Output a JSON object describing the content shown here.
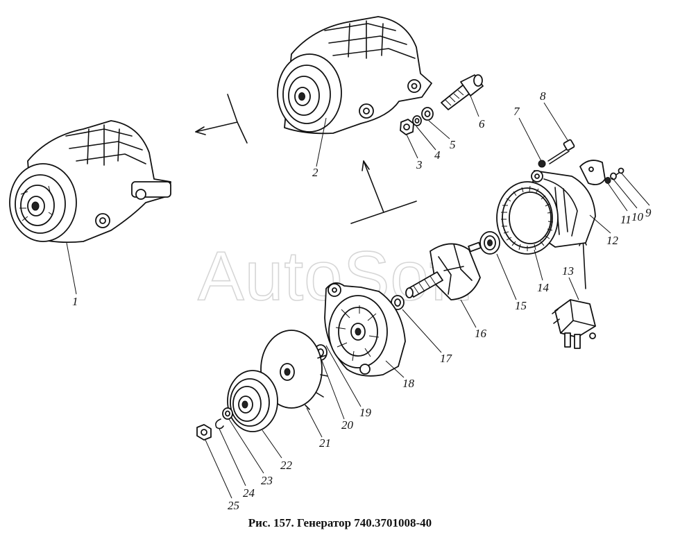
{
  "figure": {
    "caption": "Рис. 157. Генератор 740.3701008-40",
    "watermark": "AutoSoft"
  },
  "labels": [
    "1",
    "2",
    "3",
    "4",
    "5",
    "6",
    "7",
    "8",
    "9",
    "10",
    "11",
    "12",
    "13",
    "14",
    "15",
    "16",
    "17",
    "18",
    "19",
    "20",
    "21",
    "22",
    "23",
    "24",
    "25"
  ]
}
